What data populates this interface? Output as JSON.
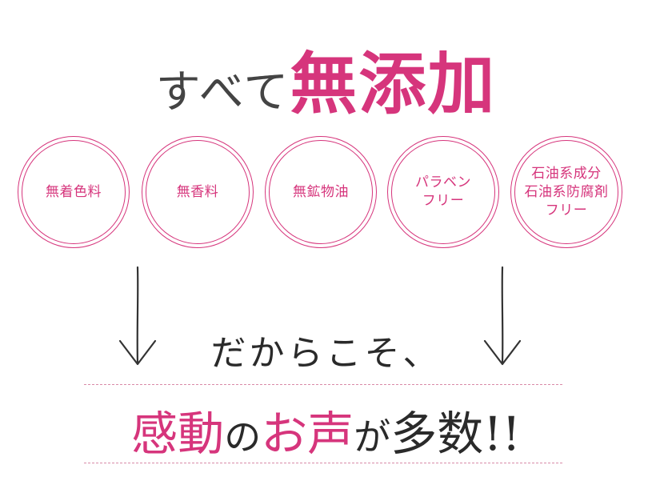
{
  "headline": {
    "prefix": "すべて",
    "emphasis": "無添加"
  },
  "features": [
    {
      "label": "無着色料"
    },
    {
      "label": "無香料"
    },
    {
      "label": "無鉱物油"
    },
    {
      "label": "パラベン\nフリー"
    },
    {
      "label": "石油系成分\n石油系防腐剤\nフリー"
    }
  ],
  "subheading": "だからこそ、",
  "closing": {
    "part1": "感動",
    "part2": "の",
    "part3": "お声",
    "part4": "が",
    "part5": "多数!!"
  },
  "colors": {
    "accent": "#d6357c",
    "text": "#2a2a2a",
    "dash": "#d98aa8"
  }
}
